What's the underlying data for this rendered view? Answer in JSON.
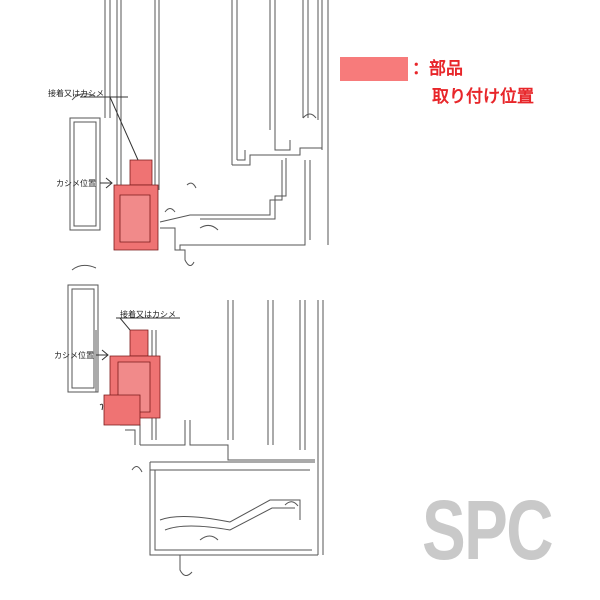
{
  "legend": {
    "color": "#f77b7b",
    "line1": "：部品",
    "line2": "取り付け位置"
  },
  "top_detail": {
    "label_adhesive": "接着又はカシメ",
    "label_crimp": "カシメ位置"
  },
  "bottom_detail": {
    "label_adhesive": "接着又はカシメ",
    "label_crimp": "カシメ位置"
  },
  "watermark": "SPC"
}
